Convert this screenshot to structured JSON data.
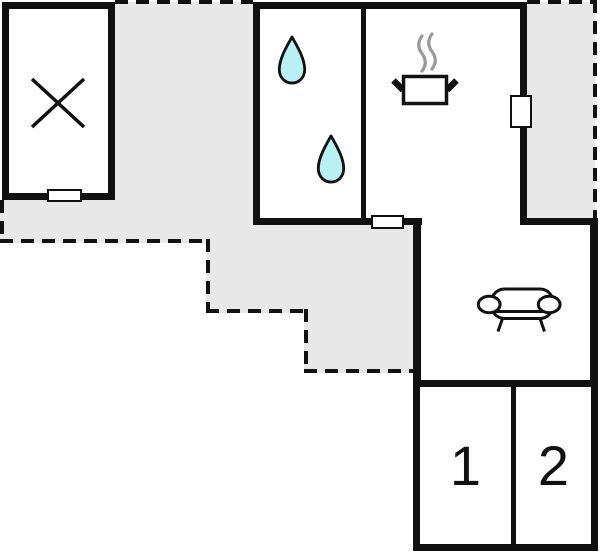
{
  "plan": {
    "kind": "apartment-floor-plan",
    "colors": {
      "wall": "#111111",
      "terrace": "#e8e8e8",
      "water": "#b8f0f4",
      "steam": "#9a9a9a",
      "paper": "#ffffff"
    },
    "bedrooms": [
      {
        "number": "1"
      },
      {
        "number": "2"
      }
    ],
    "icons": {
      "storage_room": "cross-icon",
      "bathroom": [
        "water-drop-icon",
        "water-drop-icon"
      ],
      "kitchen": "cooking-pot-icon",
      "living_room": "sofa-icon"
    }
  }
}
